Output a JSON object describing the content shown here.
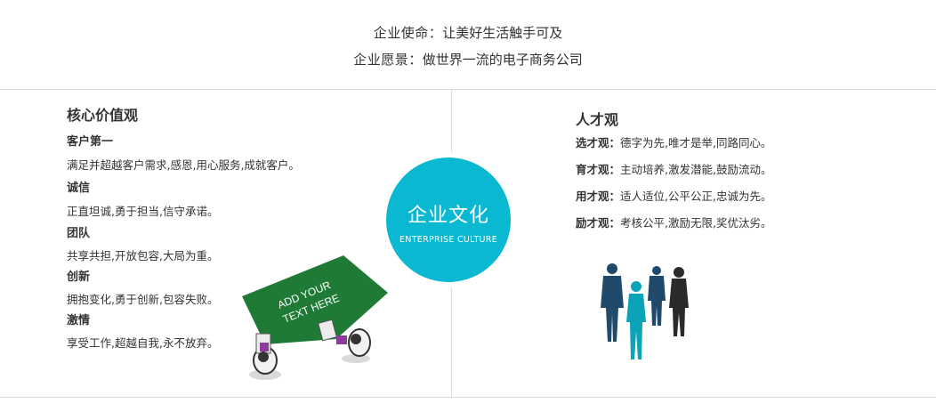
{
  "header": {
    "mission_label": "企业使命：",
    "mission_text": "让美好生活触手可及",
    "vision_label": "企业愿景：",
    "vision_text": "做世界一流的电子商务公司"
  },
  "left": {
    "title": "核心价值观",
    "items": [
      {
        "heading": "客户第一",
        "text": "满足并超越客户需求,感恩,用心服务,成就客户。"
      },
      {
        "heading": "诚信",
        "text": "正直坦诚,勇于担当,信守承诺。"
      },
      {
        "heading": "团队",
        "text": "共享共担,开放包容,大局为重。"
      },
      {
        "heading": "创新",
        "text": "拥抱变化,勇于创新,包容失败。"
      },
      {
        "heading": "激情",
        "text": "享受工作,超越自我,永不放弃。"
      }
    ]
  },
  "center": {
    "title_cn": "企业文化",
    "title_en": "ENTERPRISE CULTURE"
  },
  "right": {
    "title": "人才观",
    "items": [
      {
        "label": "选才观：",
        "text": "德字为先,唯才是举,同路同心。"
      },
      {
        "label": "育才观：",
        "text": "主动培养,激发潜能,鼓励流动。"
      },
      {
        "label": "用才观：",
        "text": "适人适位,公平公正,忠诚为先。"
      },
      {
        "label": "励才观：",
        "text": "考核公平,激励无限,奖优汰劣。"
      }
    ]
  },
  "illustration": {
    "sign_text_line1": "ADD YOUR",
    "sign_text_line2": "TEXT HERE"
  },
  "colors": {
    "accent_cyan": "#0ab8d1",
    "sign_green": "#1f7a36",
    "people_navy": "#1f4a6b",
    "people_teal": "#0aa3b7"
  }
}
